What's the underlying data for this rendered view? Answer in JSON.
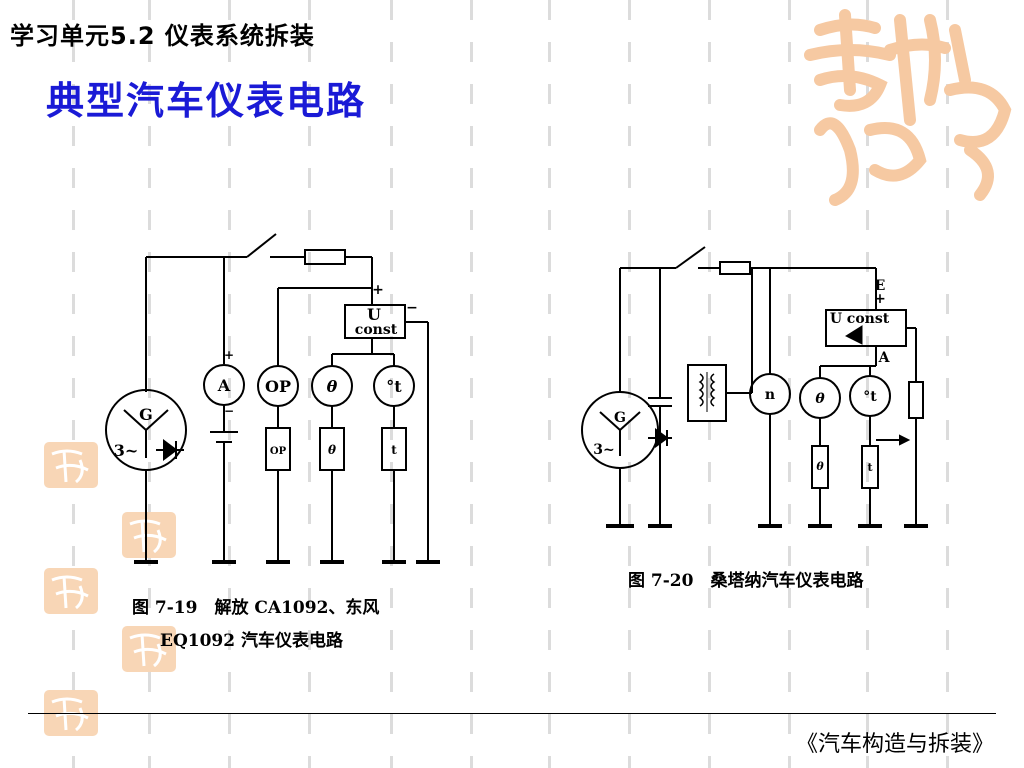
{
  "header": {
    "unit_title": "学习单元5.2 仪表系统拆装"
  },
  "slide": {
    "title": "典型汽车仪表电路"
  },
  "figure_left": {
    "caption_line1": "图 7-19　解放 CA1092、东风",
    "caption_line2": "EQ1092 汽车仪表电路",
    "labels": {
      "gen": "G",
      "phase": "3~",
      "ammeter": "A",
      "oil_gauge": "OP",
      "oil_sensor": "OP",
      "temp_gauge": "θ",
      "temp_sensor": "θ",
      "temp2_gauge": "°t",
      "temp2_sensor": "t",
      "reg_u": "U",
      "reg_const": "const",
      "plus": "+",
      "minus": "−"
    }
  },
  "figure_right": {
    "caption": "图 7-20　桑塔纳汽车仪表电路",
    "labels": {
      "gen": "G",
      "phase": "3~",
      "tach": "n",
      "temp_gauge": "θ",
      "temp_sensor": "θ",
      "fuel_gauge": "°t",
      "fuel_sensor": "t",
      "reg_u": "U",
      "reg_const": "const",
      "e": "E",
      "a": "A",
      "plus": "+"
    }
  },
  "footer": {
    "book_title": "《汽车构造与拆装》"
  },
  "colors": {
    "title_blue": "#1a1ad6",
    "deco_orange": "#f6c9a2"
  },
  "icons": [
    "seal-decoration-icon",
    "calligraphy-decoration-icon"
  ]
}
